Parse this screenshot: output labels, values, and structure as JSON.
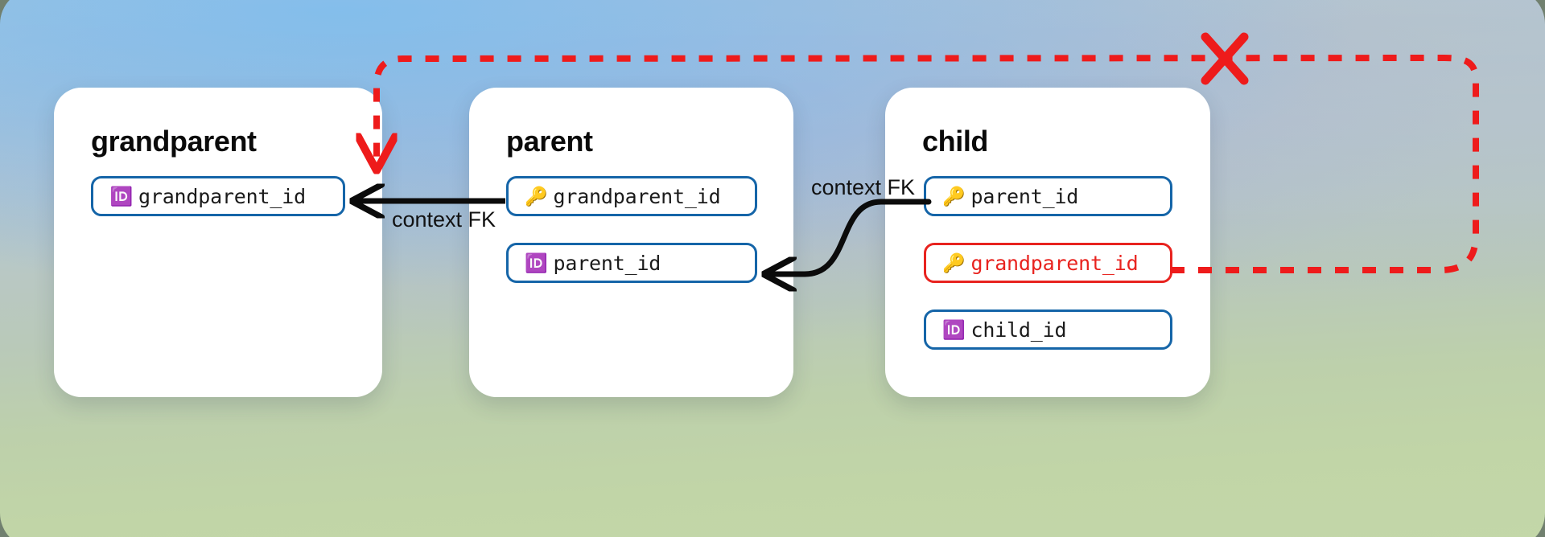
{
  "diagram": {
    "title_hidden": "",
    "background": {
      "top_color": "#9fc0d8",
      "mid_color": "#b9c9b9",
      "bottom_color": "#c3d7a8"
    },
    "colors": {
      "pk_border": "#1565a8",
      "fk_border": "#1565a8",
      "error_border": "#e8231f",
      "error_line": "#ee1b1b",
      "relation_line": "#0b0b0b",
      "card_bg": "#ffffff",
      "text": "#0a0a0a"
    },
    "icons": {
      "primary_key": "🆔",
      "foreign_key": "🔑",
      "id_badge_name": "id-badge-icon",
      "key_name": "key-icon",
      "invalid_mark": "✕"
    },
    "tables": [
      {
        "id": "grandparent",
        "title": "grandparent",
        "fields": [
          {
            "label": "grandparent_id",
            "icon": "🆔",
            "kind": "pk",
            "state": "normal"
          }
        ]
      },
      {
        "id": "parent",
        "title": "parent",
        "fields": [
          {
            "label": "grandparent_id",
            "icon": "🔑",
            "kind": "fk",
            "state": "normal"
          },
          {
            "label": "parent_id",
            "icon": "🆔",
            "kind": "pk",
            "state": "normal"
          }
        ]
      },
      {
        "id": "child",
        "title": "child",
        "fields": [
          {
            "label": "parent_id",
            "icon": "🔑",
            "kind": "fk",
            "state": "normal"
          },
          {
            "label": "grandparent_id",
            "icon": "🔑",
            "kind": "fk",
            "state": "invalid"
          },
          {
            "label": "child_id",
            "icon": "🆔",
            "kind": "pk",
            "state": "normal"
          }
        ]
      }
    ],
    "edges": [
      {
        "id": "parent-to-grandparent",
        "label": "context FK",
        "style": "solid",
        "color": "#0b0b0b",
        "from": "parent.grandparent_id",
        "to": "grandparent.grandparent_id"
      },
      {
        "id": "child-to-parent",
        "label": "context FK",
        "style": "solid",
        "color": "#0b0b0b",
        "from": "child.parent_id",
        "to": "parent.parent_id"
      },
      {
        "id": "child-to-grandparent-invalid",
        "label": "",
        "style": "dashed",
        "color": "#ee1b1b",
        "from": "child.grandparent_id",
        "to": "grandparent.grandparent_id",
        "marker": "✕",
        "marker_meaning": "not-allowed"
      }
    ]
  }
}
